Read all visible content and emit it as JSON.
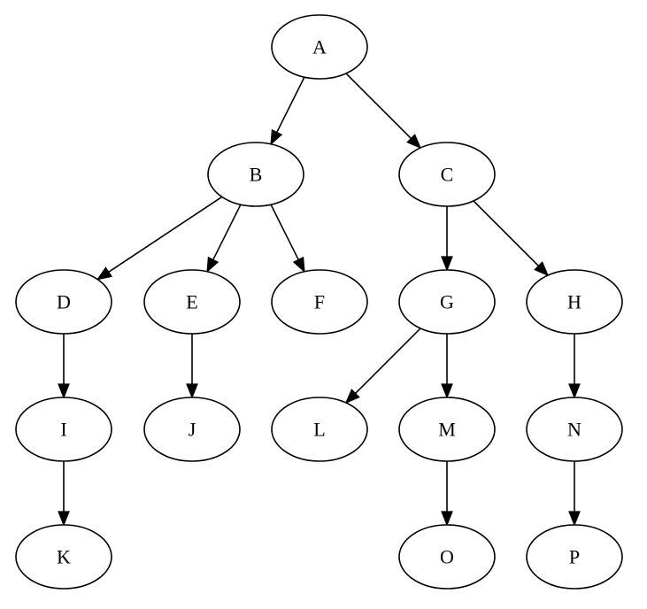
{
  "nodes": [
    {
      "id": "A",
      "label": "A"
    },
    {
      "id": "B",
      "label": "B"
    },
    {
      "id": "C",
      "label": "C"
    },
    {
      "id": "D",
      "label": "D"
    },
    {
      "id": "E",
      "label": "E"
    },
    {
      "id": "F",
      "label": "F"
    },
    {
      "id": "G",
      "label": "G"
    },
    {
      "id": "H",
      "label": "H"
    },
    {
      "id": "I",
      "label": "I"
    },
    {
      "id": "J",
      "label": "J"
    },
    {
      "id": "L",
      "label": "L"
    },
    {
      "id": "M",
      "label": "M"
    },
    {
      "id": "N",
      "label": "N"
    },
    {
      "id": "K",
      "label": "K"
    },
    {
      "id": "O",
      "label": "O"
    },
    {
      "id": "P",
      "label": "P"
    }
  ],
  "edges": [
    {
      "from": "A",
      "to": "B"
    },
    {
      "from": "A",
      "to": "C"
    },
    {
      "from": "B",
      "to": "D"
    },
    {
      "from": "B",
      "to": "E"
    },
    {
      "from": "B",
      "to": "F"
    },
    {
      "from": "C",
      "to": "G"
    },
    {
      "from": "C",
      "to": "H"
    },
    {
      "from": "D",
      "to": "I"
    },
    {
      "from": "E",
      "to": "J"
    },
    {
      "from": "G",
      "to": "L"
    },
    {
      "from": "G",
      "to": "M"
    },
    {
      "from": "H",
      "to": "N"
    },
    {
      "from": "I",
      "to": "K"
    },
    {
      "from": "M",
      "to": "O"
    },
    {
      "from": "N",
      "to": "P"
    }
  ]
}
